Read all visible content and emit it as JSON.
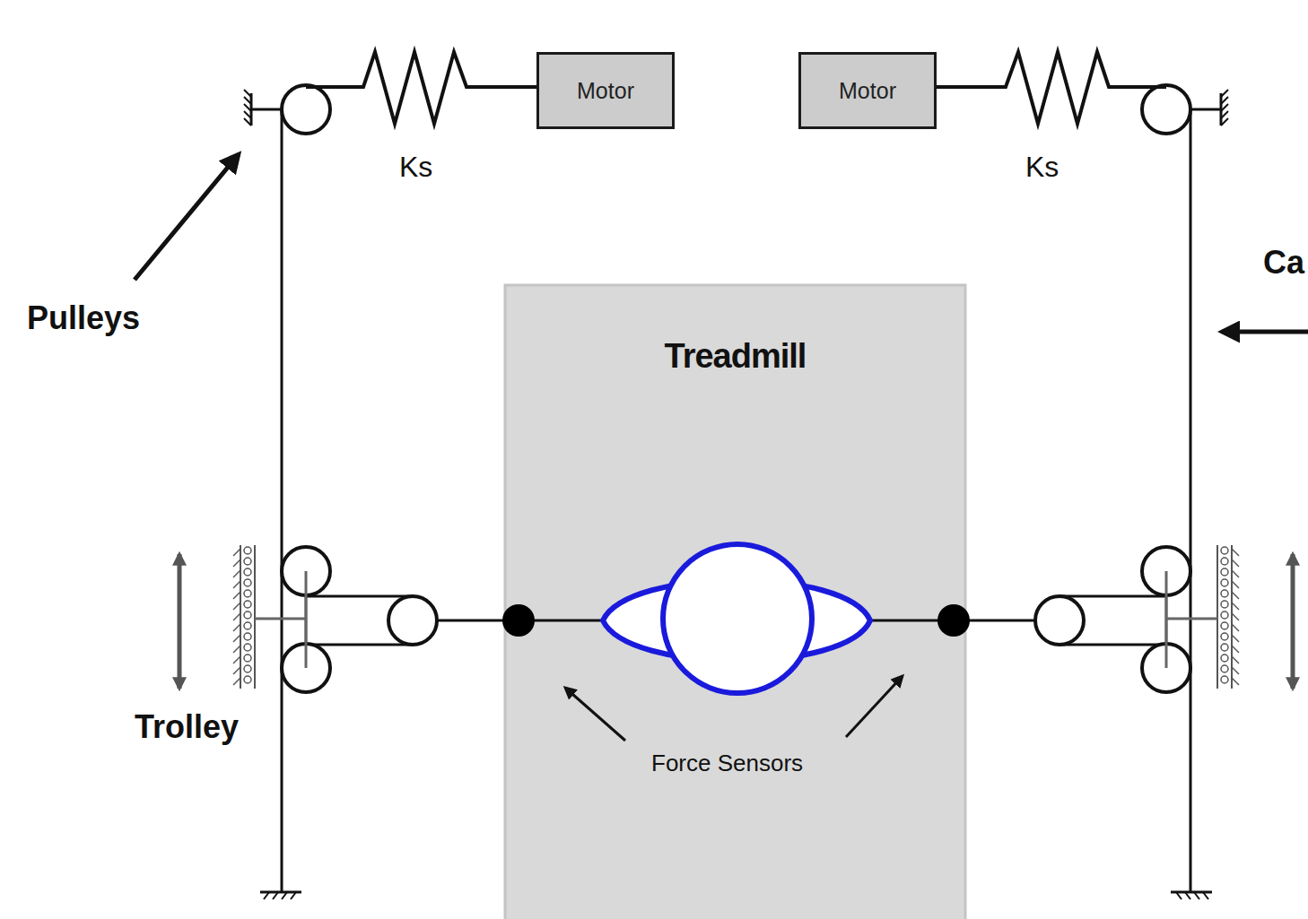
{
  "diagram": {
    "nodes": [
      {
        "text": [
          "Motor"
        ]
      },
      {
        "text": [
          "Motor"
        ]
      },
      {
        "text": [
          "Treadmill"
        ]
      }
    ],
    "labels": [
      "Ks",
      "Ks",
      "Pulleys",
      "Trolley",
      "Force Sensors",
      "Ca"
    ]
  }
}
